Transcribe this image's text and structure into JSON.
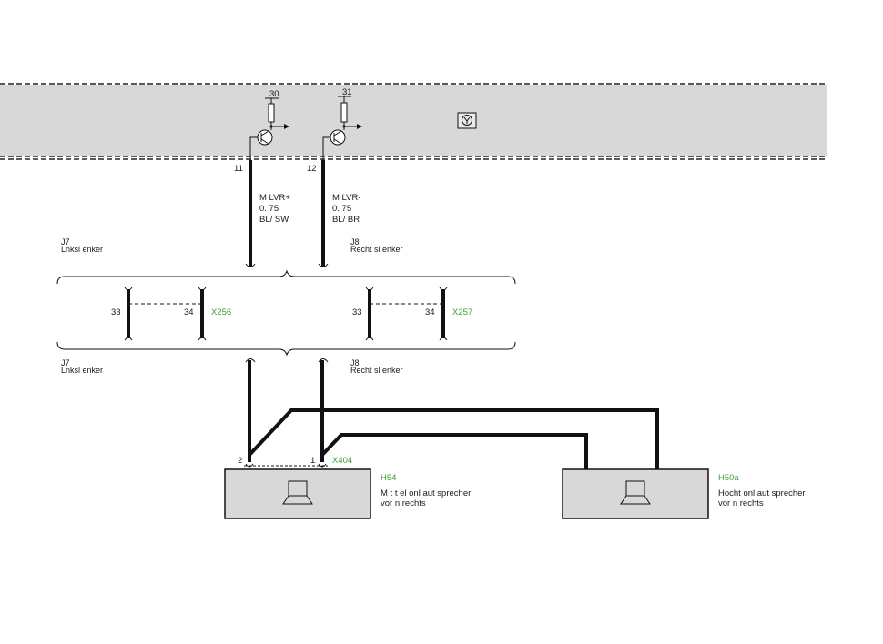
{
  "control_unit": {
    "terminals": [
      {
        "pin": "30"
      },
      {
        "pin": "31"
      }
    ],
    "pins": [
      {
        "pin": "11"
      },
      {
        "pin": "12"
      }
    ]
  },
  "wires": [
    {
      "lines": [
        "M LVR+",
        "0. 75",
        "BL/ SW"
      ]
    },
    {
      "lines": [
        "M LVR-",
        "0. 75",
        "BL/ BR"
      ]
    }
  ],
  "connectors_top": [
    {
      "id": "J7",
      "name": "Lnksl enker"
    },
    {
      "id": "J8",
      "name": "Recht sl enker"
    }
  ],
  "connectors_bottom": [
    {
      "id": "J7",
      "name": "Lnksl enker"
    },
    {
      "id": "J8",
      "name": "Recht sl enker"
    }
  ],
  "splices": [
    {
      "pin_a": "33",
      "pin_b": "34",
      "code": "X256"
    },
    {
      "pin_a": "33",
      "pin_b": "34",
      "code": "X257"
    }
  ],
  "speaker_connector": {
    "code": "X404",
    "pin_left": "2",
    "pin_right": "1"
  },
  "speakers": [
    {
      "code": "H54",
      "line1": "M t t el onl aut sprecher",
      "line2": "vor n rechts"
    },
    {
      "code": "H50a",
      "line1": "Hocht onl aut sprecher",
      "line2": "vor n rechts"
    }
  ],
  "colors": {
    "code_label": "#3aa13a",
    "housing": "#d8d8d8",
    "wire": "#111111"
  }
}
